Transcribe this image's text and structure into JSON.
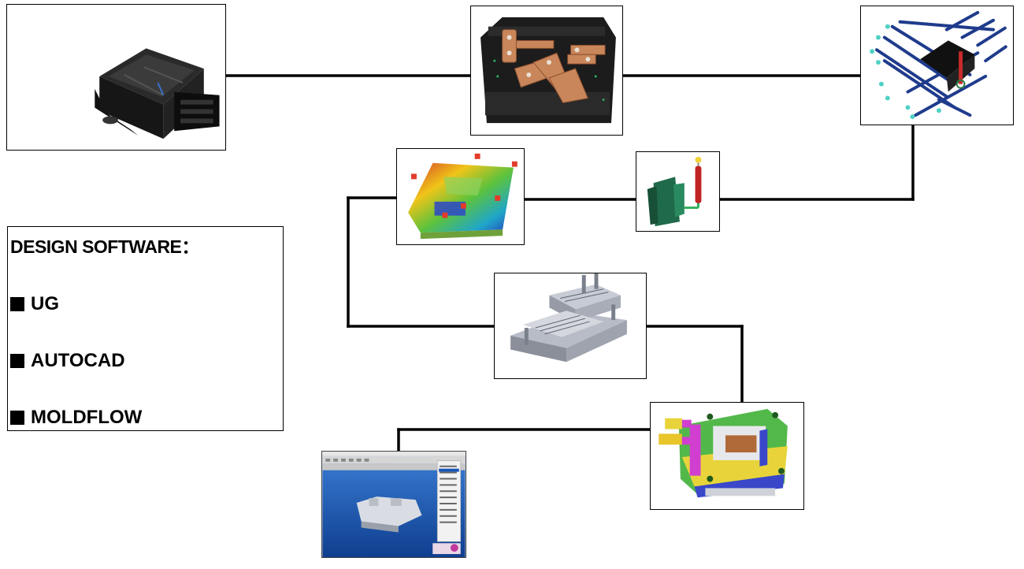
{
  "software": {
    "title": "DESIGN SOFTWARE：",
    "items": [
      {
        "label": "UG"
      },
      {
        "label": "AUTOCAD"
      },
      {
        "label": "MOLDFLOW"
      }
    ]
  },
  "colors": {
    "line": "#000000",
    "copper": "#c8865a",
    "part_black": "#1c1c1c",
    "runner_blue": "#1f3b8c",
    "mold_green": "#52b84a",
    "mold_yellow": "#e8d43a",
    "mold_magenta": "#d03fcf",
    "mold_blue": "#3a47c9",
    "cad_blue": "#1a55b8"
  },
  "icons": [
    "ecu-housing-icon",
    "connector-terminal-icon",
    "runner-layout-icon",
    "moldflow-analysis-icon",
    "sprue-runner-icon",
    "mold-base-icon",
    "mold-assembly-icon",
    "cad-window-icon"
  ]
}
